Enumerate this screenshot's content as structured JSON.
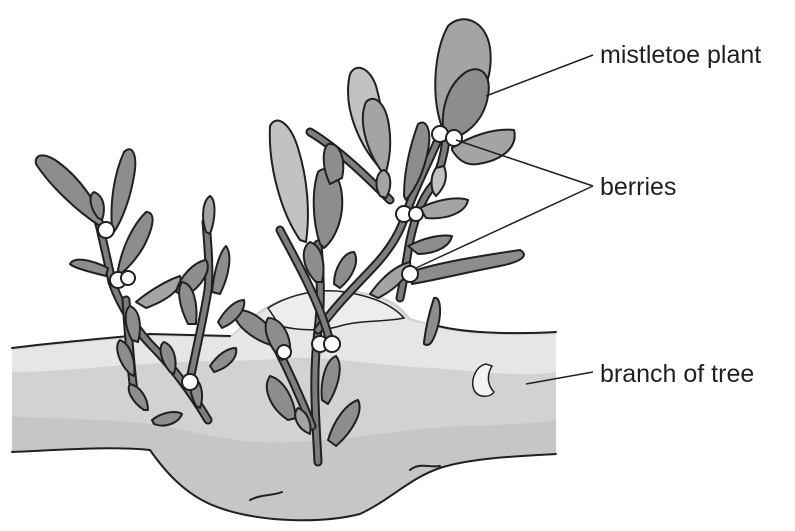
{
  "labels": {
    "plant": "mistletoe plant",
    "berries": "berries",
    "branch": "branch of tree"
  },
  "colors": {
    "outline": "#231f20",
    "branch_light": "#e2e2e2",
    "branch_mid": "#cfcfcf",
    "leaf_dark": "#8d8d8d",
    "leaf_mid": "#a4a4a4",
    "leaf_light": "#c2c2c2",
    "berry": "#ffffff"
  }
}
